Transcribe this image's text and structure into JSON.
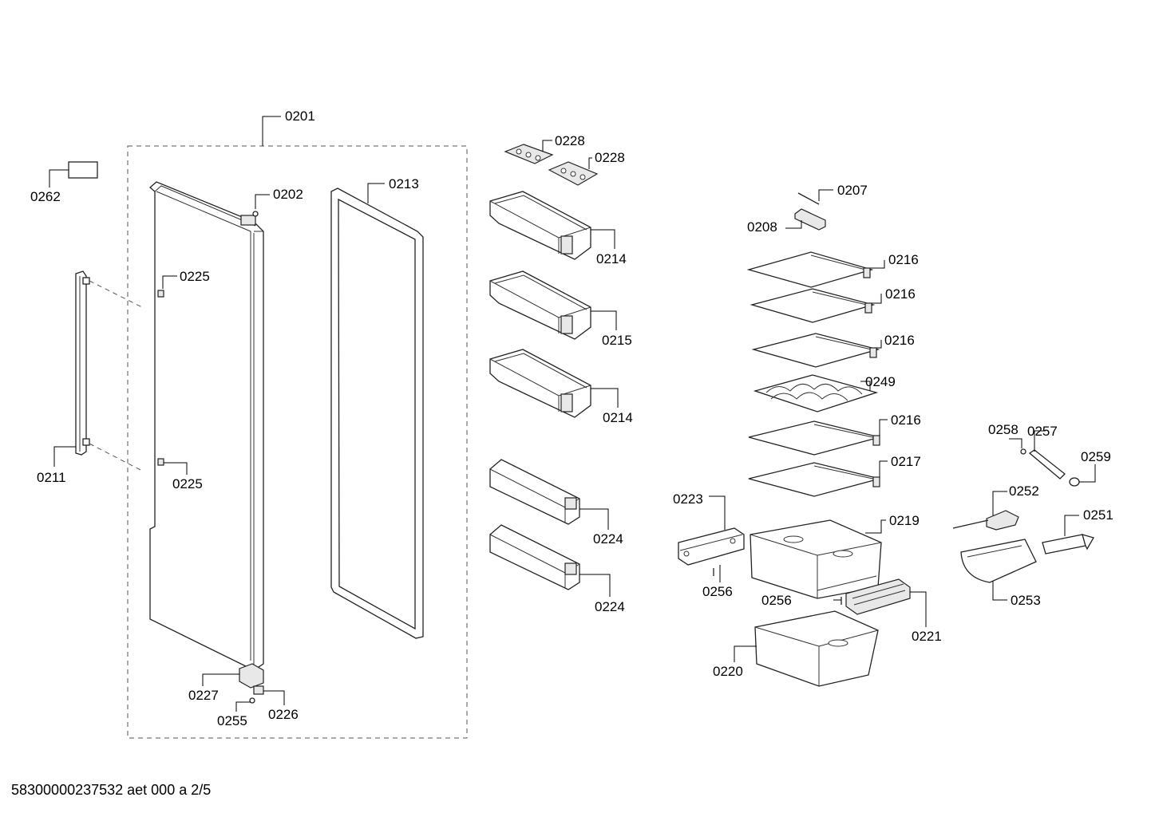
{
  "footer": "58300000237532 aet 000 a 2/5",
  "labels": {
    "p0201": "0201",
    "p0202": "0202",
    "p0207": "0207",
    "p0208": "0208",
    "p0211": "0211",
    "p0213": "0213",
    "p0214a": "0214",
    "p0214b": "0214",
    "p0215": "0215",
    "p0216a": "0216",
    "p0216b": "0216",
    "p0216c": "0216",
    "p0216d": "0216",
    "p0217": "0217",
    "p0219": "0219",
    "p0220": "0220",
    "p0221": "0221",
    "p0223": "0223",
    "p0224a": "0224",
    "p0224b": "0224",
    "p0225a": "0225",
    "p0225b": "0225",
    "p0226": "0226",
    "p0227": "0227",
    "p0228a": "0228",
    "p0228b": "0228",
    "p0249": "0249",
    "p0251": "0251",
    "p0252": "0252",
    "p0253": "0253",
    "p0255": "0255",
    "p0256a": "0256",
    "p0256b": "0256",
    "p0257": "0257",
    "p0258": "0258",
    "p0259": "0259",
    "p0262": "0262"
  }
}
